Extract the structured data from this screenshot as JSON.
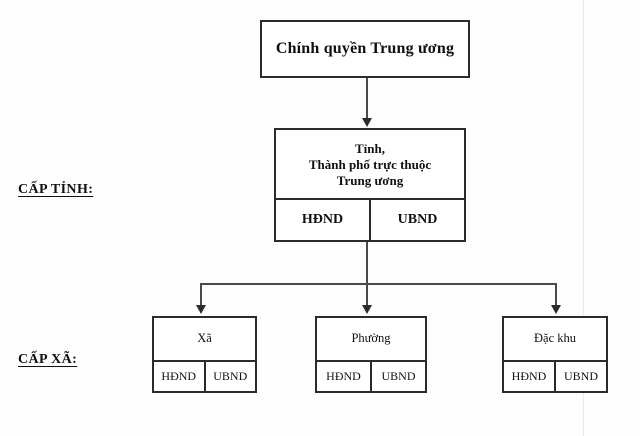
{
  "diagram": {
    "type": "organizational-hierarchy",
    "levels": [
      {
        "id": "central",
        "title": "Chính quyền Trung ương"
      },
      {
        "id": "province",
        "side_label": "CẤP TỈNH:",
        "title_lines": [
          "Tỉnh,",
          "Thành phố trực thuộc",
          "Trung ương"
        ],
        "bodies": [
          "HĐND",
          "UBND"
        ]
      },
      {
        "id": "commune",
        "side_label": "CẤP XÃ:",
        "nodes": [
          {
            "title": "Xã",
            "bodies": [
              "HĐND",
              "UBND"
            ]
          },
          {
            "title": "Phường",
            "bodies": [
              "HĐND",
              "UBND"
            ]
          },
          {
            "title": "Đặc khu",
            "bodies": [
              "HĐND",
              "UBND"
            ]
          }
        ]
      }
    ]
  },
  "colors": {
    "border": "#2b2b2b",
    "connector": "#4a4a4a",
    "background": "#fdfdfd",
    "text": "#111111"
  }
}
